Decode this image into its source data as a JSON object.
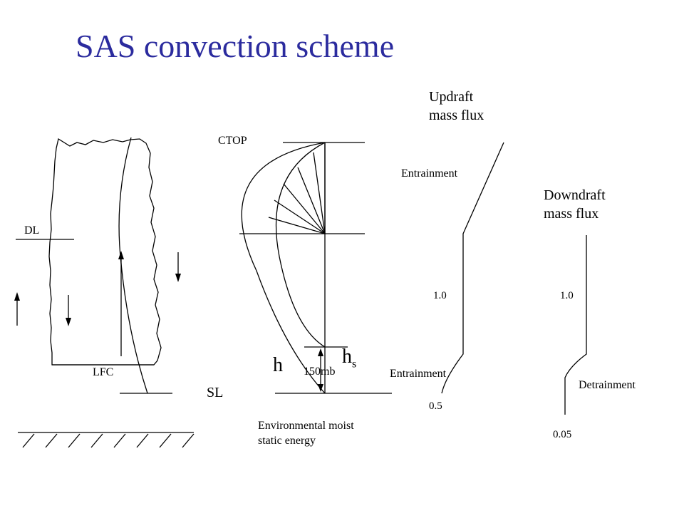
{
  "title": "SAS convection scheme",
  "labels": {
    "dl": "DL",
    "lfc": "LFC",
    "ctop": "CTOP",
    "sl": "SL",
    "h": "h",
    "hs_base": "h",
    "hs_sub": "s",
    "mb150": "150mb",
    "env_line1": "Environmental moist",
    "env_line2": "static energy",
    "updraft_line1": "Updraft",
    "updraft_line2": "mass flux",
    "entrain_top": "Entrainment",
    "entrain_bottom": "Entrainment",
    "updraft_one": "1.0",
    "updraft_half": "0.5",
    "downdraft_line1": "Downdraft",
    "downdraft_line2": "mass flux",
    "downdraft_one": "1.0",
    "downdraft_min": "0.05",
    "detrain": "Detrainment"
  },
  "colors": {
    "title": "#2b2b9e",
    "ink": "#000000"
  },
  "icons": {
    "arrow_up": "arrow-up-icon",
    "arrow_down": "arrow-down-icon",
    "ground_hatch": "ground-hatch-icon"
  }
}
